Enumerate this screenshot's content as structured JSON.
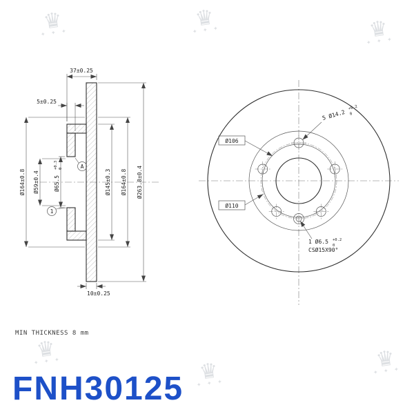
{
  "part_number": "FNH30125",
  "note": "MIN THICKNESS 8 mm",
  "colors": {
    "accent": "#1d50c8",
    "drawing_line": "#2e2e2e",
    "watermark": "#c3c7cd"
  },
  "section_view": {
    "width_total": "37±0.25",
    "width_step": "5±0.25",
    "thickness_bottom": "10±0.25",
    "dia_1": "Ø164±0.8",
    "dia_2": "Ø59±0.4",
    "dia_bore": "Ø65.5",
    "dia_bore_tol_up": "+0.3",
    "dia_bore_tol_dn": "0",
    "dia_3": "Ø145±0.3",
    "dia_4": "Ø164±0.8",
    "dia_od": "Ø263.8±0.4",
    "datum_a": "A",
    "balloon_1": "1"
  },
  "front_view": {
    "dia_hub_face": "Ø106",
    "dia_pcd": "Ø110",
    "holes_label": "5 Ø14.2",
    "holes_tol_up": "+0.2",
    "holes_tol_dn": "0",
    "pin_label": "1 Ø6.5",
    "pin_tol_up": "+0.2",
    "pin_tol_dn": "0",
    "countersink": "CSØ15X90°"
  }
}
